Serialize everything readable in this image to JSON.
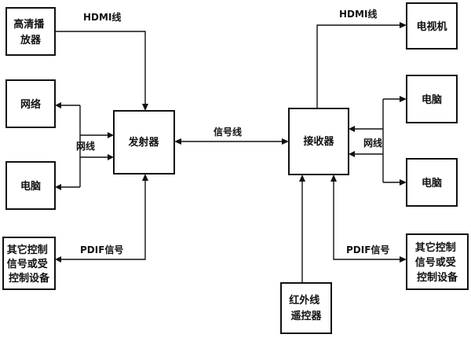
{
  "diagram": {
    "boxes": {
      "hd_player": {
        "lines": [
          "高清播",
          "放器"
        ]
      },
      "network": {
        "lines": [
          "网络"
        ]
      },
      "pc_left": {
        "lines": [
          "电脑"
        ]
      },
      "other_left": {
        "lines": [
          "其它控制",
          "信号或受",
          "控制设备"
        ]
      },
      "transmitter": {
        "lines": [
          "发射器"
        ]
      },
      "receiver": {
        "lines": [
          "接收器"
        ]
      },
      "tv": {
        "lines": [
          "电视机"
        ]
      },
      "pc_right_top": {
        "lines": [
          "电脑"
        ]
      },
      "pc_right_bottom": {
        "lines": [
          "电脑"
        ]
      },
      "other_right": {
        "lines": [
          "其它控制",
          "信号或受",
          "控制设备"
        ]
      },
      "ir_remote": {
        "lines": [
          "红外线",
          "遥控器"
        ]
      }
    },
    "labels": {
      "hdmi_left": "HDMI线",
      "hdmi_right": "HDMI线",
      "signal_line": "信号线",
      "net_left": "网线",
      "net_right": "网线",
      "pdif_left": "PDIF信号",
      "pdif_right": "PDIF信号"
    }
  }
}
